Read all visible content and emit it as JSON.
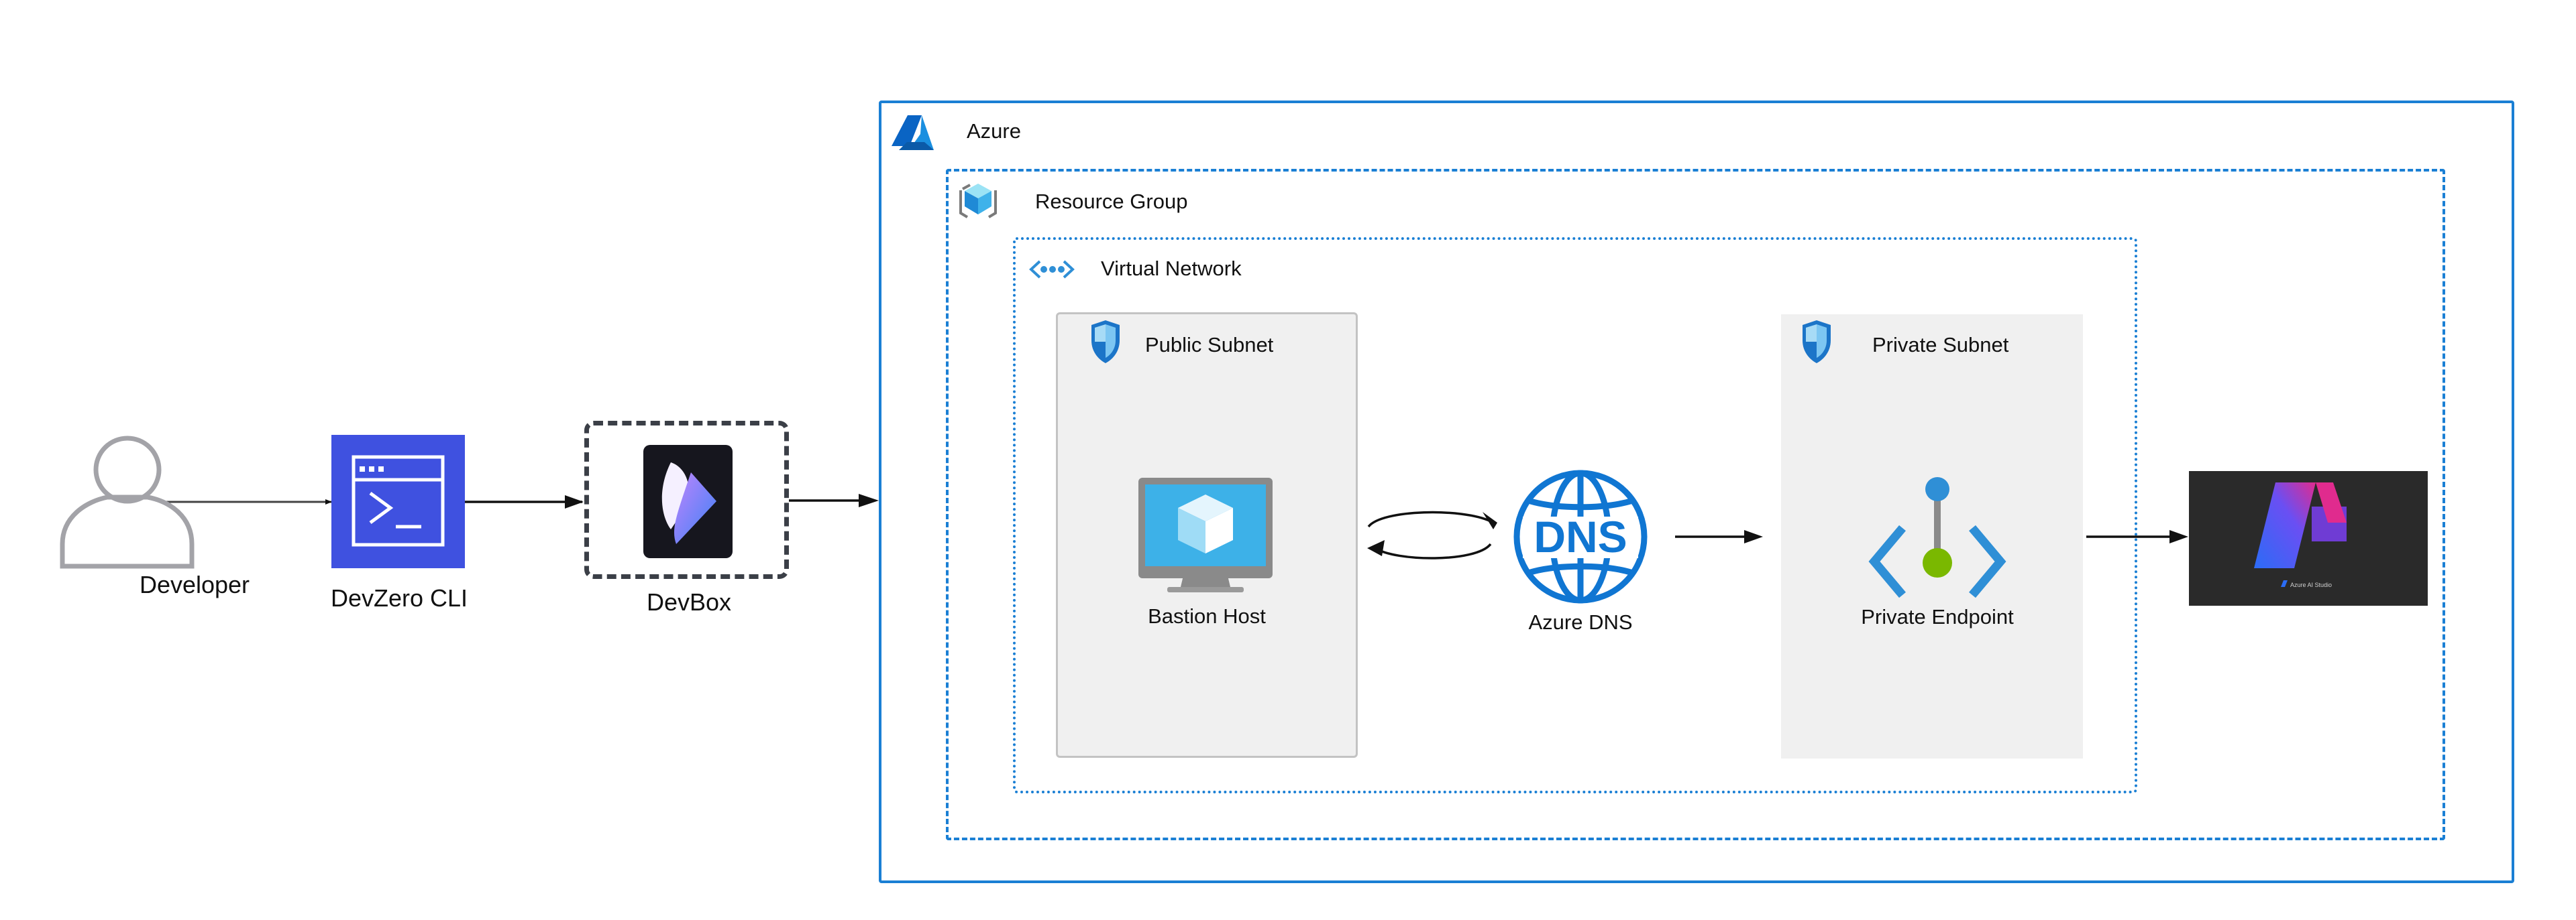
{
  "nodes": {
    "developer": {
      "label": "Developer",
      "icon": "user-icon"
    },
    "devzero_cli": {
      "label": "DevZero CLI",
      "icon": "terminal-window-icon"
    },
    "devbox": {
      "label": "DevBox",
      "icon": "devzero-logo-icon"
    },
    "bastion_host": {
      "label": "Bastion Host",
      "icon": "virtual-machine-icon"
    },
    "azure_dns": {
      "label": "Azure DNS",
      "icon": "dns-globe-icon"
    },
    "private_endpoint": {
      "label": "Private Endpoint",
      "icon": "private-endpoint-icon"
    },
    "azure_ai_studio": {
      "icon": "azure-ai-studio-logo",
      "caption": "Azure AI Studio"
    }
  },
  "groups": {
    "azure": {
      "label": "Azure",
      "icon": "azure-logo-icon"
    },
    "resource_group": {
      "label": "Resource Group",
      "icon": "resource-group-icon"
    },
    "virtual_network": {
      "label": "Virtual Network",
      "icon": "virtual-network-icon"
    },
    "public_subnet": {
      "label": "Public Subnet",
      "icon": "shield-icon"
    },
    "private_subnet": {
      "label": "Private Subnet",
      "icon": "shield-icon"
    }
  },
  "colors": {
    "azure_blue": "#1a7fd4",
    "cli_blue": "#3f51e0",
    "subnet_fill": "#f0f0f0",
    "user_gray": "#a3a3a8",
    "dark_frame": "#3b3f47",
    "endpoint_green": "#7ab800"
  },
  "edges": [
    {
      "from": "developer",
      "to": "devzero_cli"
    },
    {
      "from": "devzero_cli",
      "to": "devbox"
    },
    {
      "from": "devbox",
      "to": "azure"
    },
    {
      "from": "bastion_host",
      "to": "azure_dns"
    },
    {
      "from": "azure_dns",
      "to": "bastion_host"
    },
    {
      "from": "azure_dns",
      "to": "private_endpoint"
    },
    {
      "from": "private_endpoint",
      "to": "azure_ai_studio"
    }
  ]
}
